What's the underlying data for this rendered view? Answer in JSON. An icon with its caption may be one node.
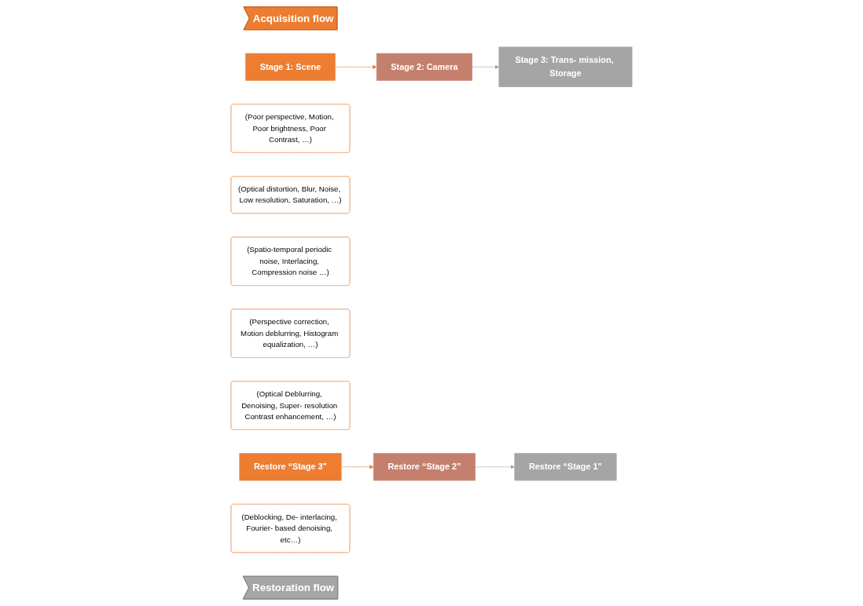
{
  "diagram": {
    "nodes": [
      {
        "text": [
          "Acquisition flow"
        ]
      },
      {
        "text": [
          "Stage 1: Scene"
        ]
      },
      {
        "text": [
          "(Poor perspective, Motion, Poor brightness, Poor Contrast, …)"
        ]
      },
      {
        "text": [
          "Stage 2: Camera"
        ]
      },
      {
        "text": [
          "(Optical distortion, Blur, Noise, Low resolution, Saturation, …)"
        ]
      },
      {
        "text": [
          "Stage 3: Trans- mission, Storage"
        ]
      },
      {
        "text": [
          "(Spatio-temporal periodic noise, Interlacing, Compression noise …)"
        ]
      },
      {
        "text": [
          "Restore “Stage 1”"
        ]
      },
      {
        "text": [
          "(Perspective correction, Motion deblurring, Histogram equalization, …)"
        ]
      },
      {
        "text": [
          "Restore “Stage 2”"
        ]
      },
      {
        "text": [
          "(Optical Deblurring, Denoising, Super- resolution Contrast enhancement, …)"
        ]
      },
      {
        "text": [
          "Restore “Stage 3”"
        ]
      },
      {
        "text": [
          "(Deblocking, De- interlacing, Fourier- based denoising, etc…)"
        ]
      },
      {
        "text": [
          "Restoration flow"
        ]
      }
    ],
    "edges": [
      {
        "from": 1,
        "to": 3,
        "arrow": "to",
        "color": "#ed7d31"
      },
      {
        "from": 3,
        "to": 5,
        "arrow": "to",
        "color": "#a5a5a5"
      },
      {
        "from": 11,
        "to": 9,
        "arrow": "to",
        "color": "#ed7d31"
      },
      {
        "from": 9,
        "to": 7,
        "arrow": "to",
        "color": "#a5a5a5"
      }
    ]
  }
}
